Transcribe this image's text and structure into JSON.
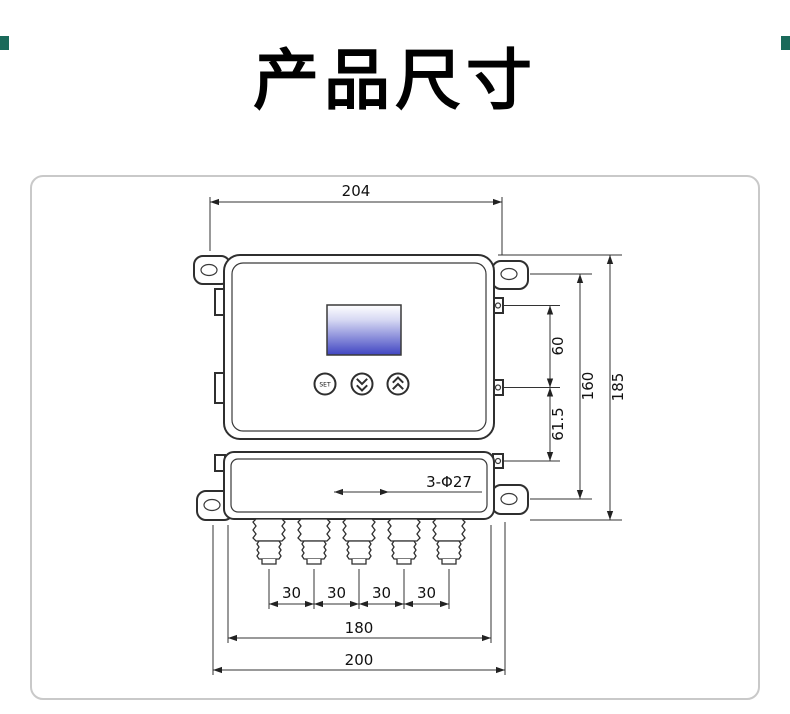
{
  "page": {
    "title": "产品尺寸"
  },
  "colors": {
    "drawing_line": "#2f2f2f",
    "panel_border": "#c9c9c9",
    "lcd_top": "#ffffff",
    "lcd_bottom": "#4045c2",
    "edge_mark": "#1a6a5a"
  },
  "device": {
    "set_button_label": "SET"
  },
  "dims": {
    "top_width": "204",
    "upper_hole_gap": "60",
    "mount_hole_spacing_v": "160",
    "overall_height": "185",
    "lower_hole_gap": "61.5",
    "hole_callout": "3-Φ27",
    "gland_pitch": [
      "30",
      "30",
      "30",
      "30"
    ],
    "body_width": "180",
    "mount_hole_spacing_h": "200"
  }
}
